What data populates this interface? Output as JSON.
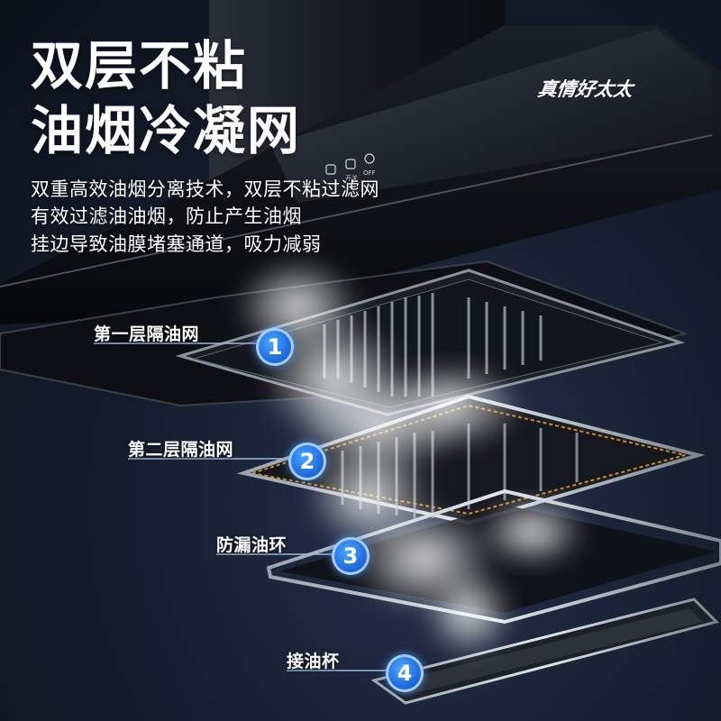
{
  "headline": {
    "line1": "双层不粘",
    "line2": "油烟冷凝网"
  },
  "description": [
    "双重高效油烟分离技术，双层不粘过滤网",
    "有效过滤油油烟，防止产生油烟",
    "挂边导致油膜堵塞通道，吸力减弱"
  ],
  "brand": "真情好太太",
  "panel_buttons": [
    "",
    "开关",
    "OFF"
  ],
  "callouts": [
    {
      "number": "1",
      "label": "第一层隔油网"
    },
    {
      "number": "2",
      "label": "第二层隔油网"
    },
    {
      "number": "3",
      "label": "防漏油环"
    },
    {
      "number": "4",
      "label": "接油杯"
    }
  ],
  "colors": {
    "badge": "#1f6fe0",
    "background": "#151b2b",
    "hood": "#0d0f14",
    "text": "#ffffff",
    "oil_edge": "#c88a2a"
  }
}
